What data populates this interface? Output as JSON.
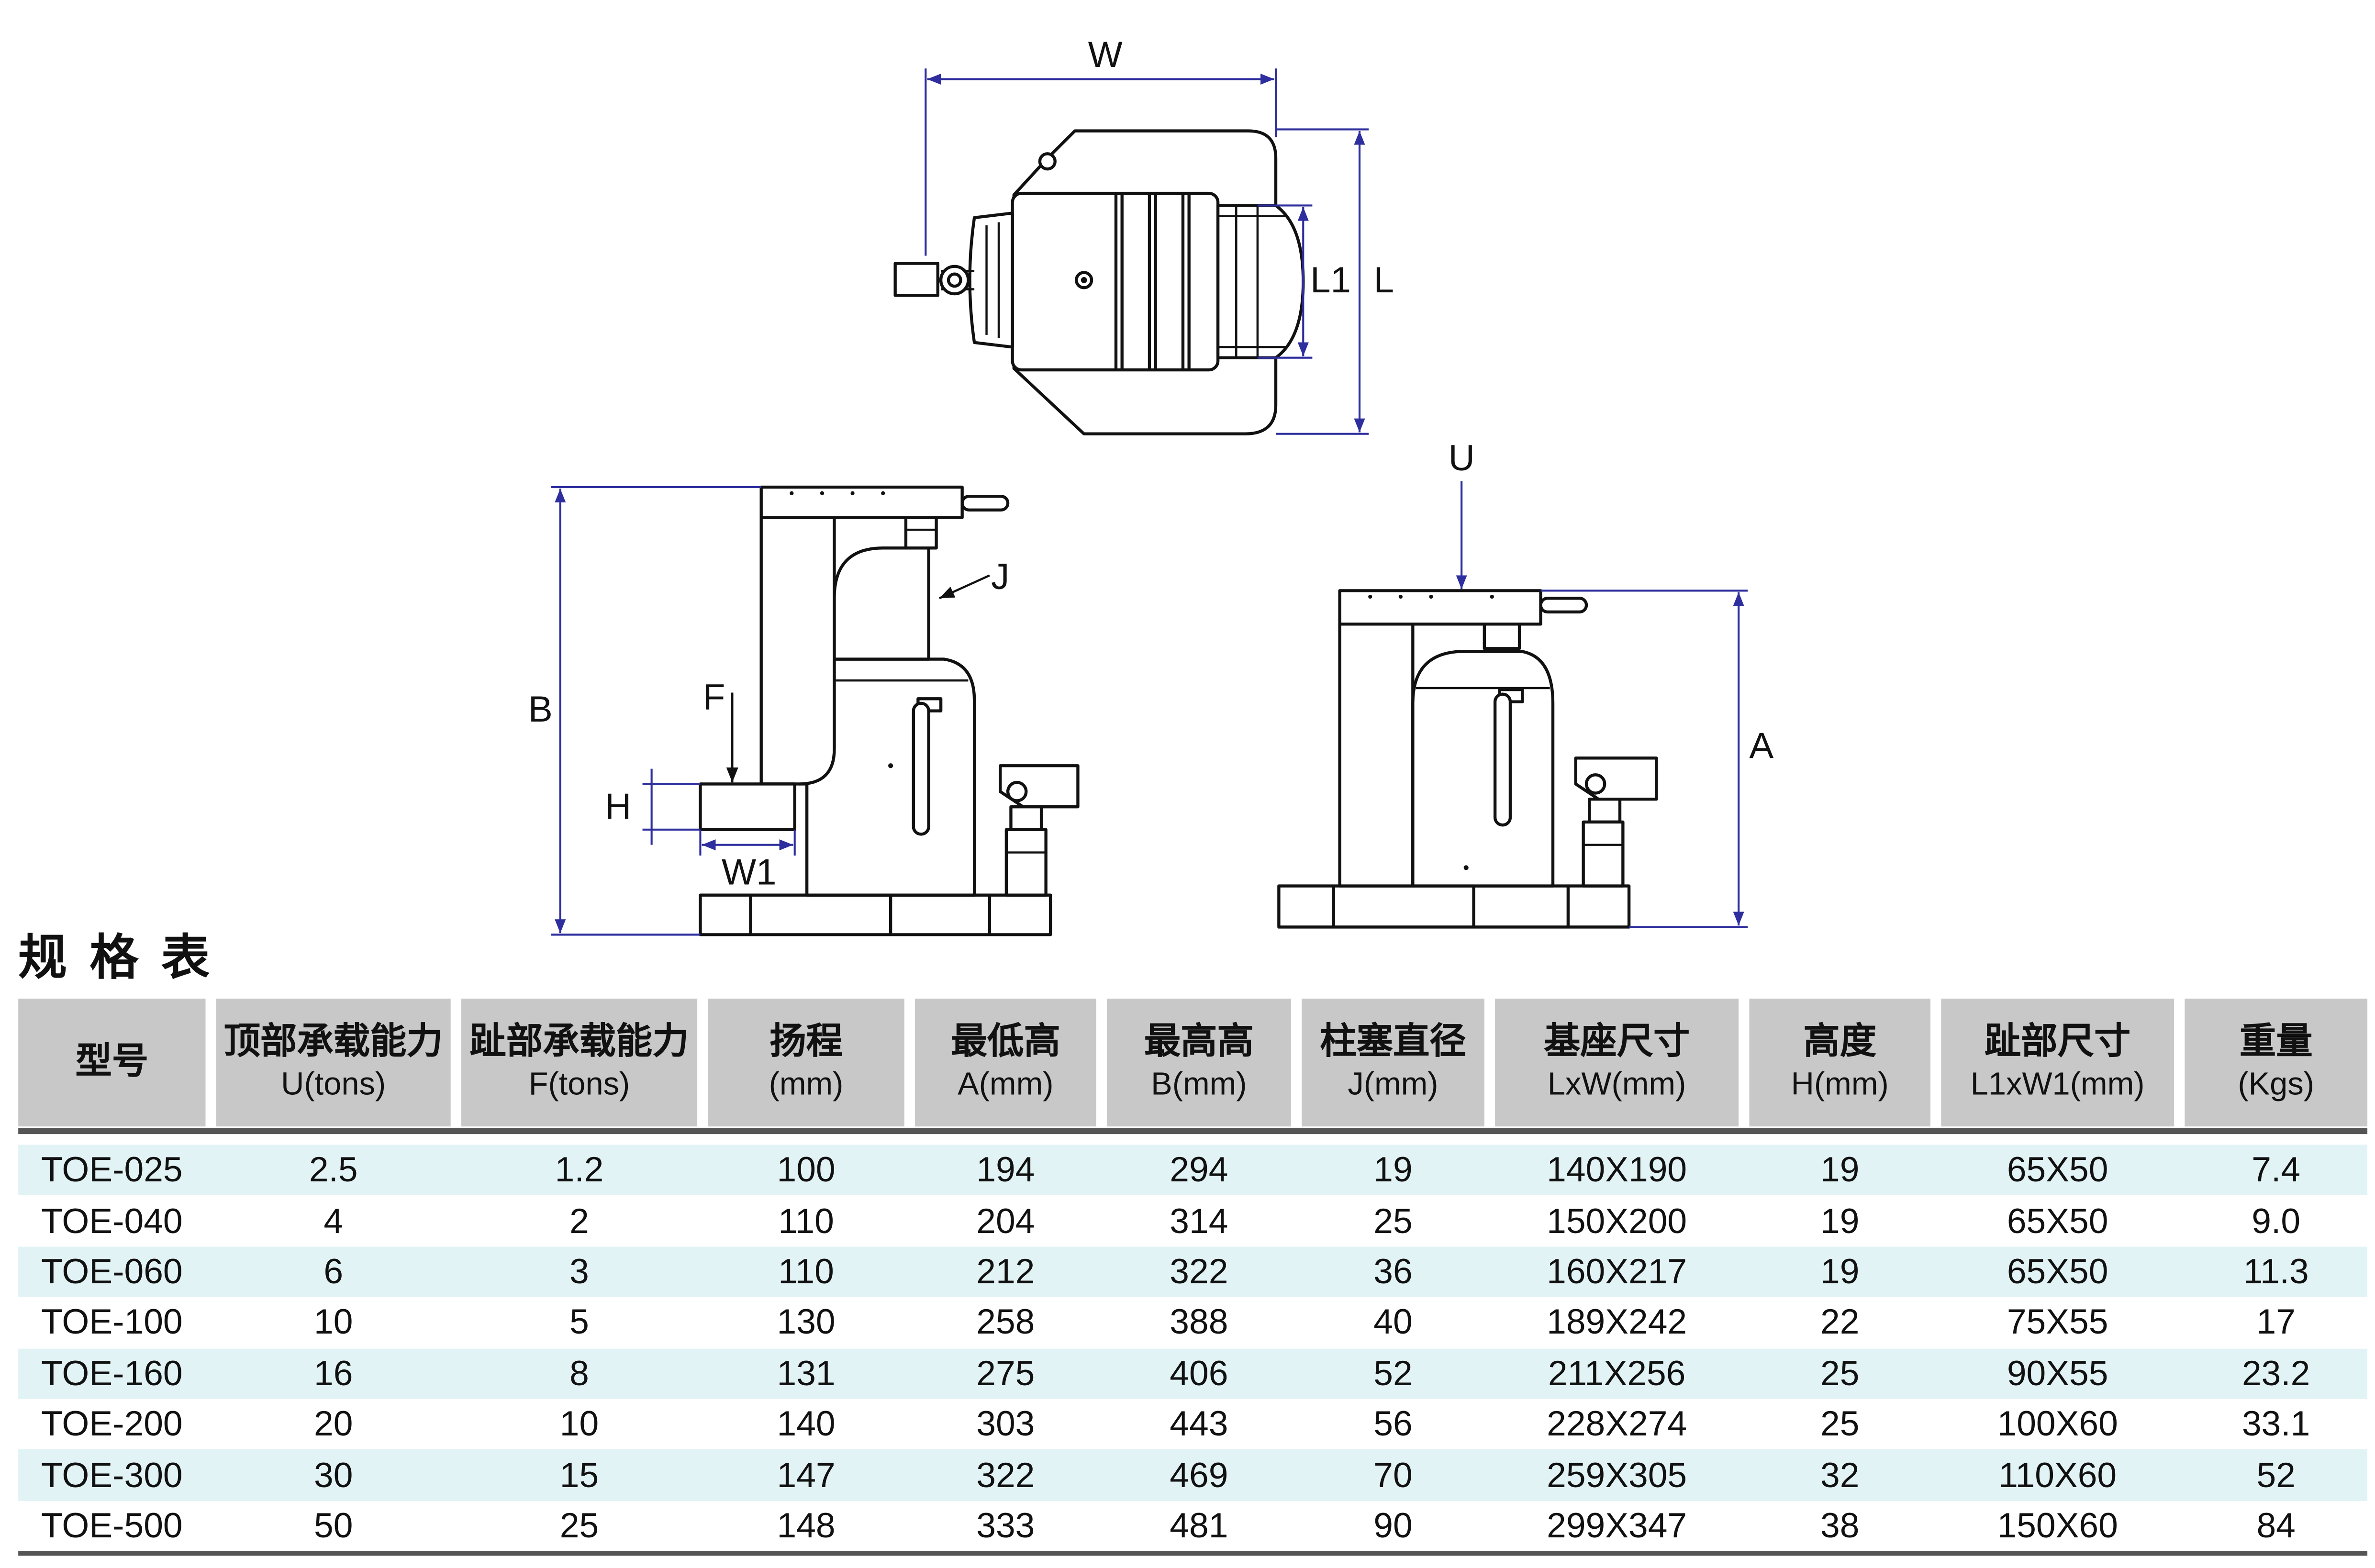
{
  "drawings": {
    "top_view": {
      "W": "W",
      "L1": "L1",
      "L": "L"
    },
    "front_view": {
      "B": "B",
      "F": "F",
      "H": "H",
      "W1": "W1",
      "J": "J"
    },
    "side_view": {
      "U": "U",
      "A": "A"
    }
  },
  "title": "规 格 表",
  "table": {
    "headers": [
      {
        "cn": "型号"
      },
      {
        "cn": "顶部承载能力",
        "unit": "U(tons)"
      },
      {
        "cn": "趾部承载能力",
        "unit": "F(tons)"
      },
      {
        "cn": "扬程",
        "unit": "(mm)"
      },
      {
        "cn": "最低高",
        "unit": "A(mm)"
      },
      {
        "cn": "最高高",
        "unit": "B(mm)"
      },
      {
        "cn": "柱塞直径",
        "unit": "J(mm)"
      },
      {
        "cn": "基座尺寸",
        "unit": "LxW(mm)"
      },
      {
        "cn": "高度",
        "unit": "H(mm)"
      },
      {
        "cn": "趾部尺寸",
        "unit": "L1xW1(mm)"
      },
      {
        "cn": "重量",
        "unit": "(Kgs)"
      }
    ],
    "rows": [
      [
        "TOE-025",
        "2.5",
        "1.2",
        "100",
        "194",
        "294",
        "19",
        "140X190",
        "19",
        "65X50",
        "7.4"
      ],
      [
        "TOE-040",
        "4",
        "2",
        "110",
        "204",
        "314",
        "25",
        "150X200",
        "19",
        "65X50",
        "9.0"
      ],
      [
        "TOE-060",
        "6",
        "3",
        "110",
        "212",
        "322",
        "36",
        "160X217",
        "19",
        "65X50",
        "11.3"
      ],
      [
        "TOE-100",
        "10",
        "5",
        "130",
        "258",
        "388",
        "40",
        "189X242",
        "22",
        "75X55",
        "17"
      ],
      [
        "TOE-160",
        "16",
        "8",
        "131",
        "275",
        "406",
        "52",
        "211X256",
        "25",
        "90X55",
        "23.2"
      ],
      [
        "TOE-200",
        "20",
        "10",
        "140",
        "303",
        "443",
        "56",
        "228X274",
        "25",
        "100X60",
        "33.1"
      ],
      [
        "TOE-300",
        "30",
        "15",
        "147",
        "322",
        "469",
        "70",
        "259X305",
        "32",
        "110X60",
        "52"
      ],
      [
        "TOE-500",
        "50",
        "25",
        "148",
        "333",
        "481",
        "90",
        "299X347",
        "38",
        "150X60",
        "84"
      ]
    ]
  },
  "colors": {
    "header_bg": "#c8c8c8",
    "row_stripe": "#e2f3f5",
    "dimension_line": "#2e2e9e",
    "rule": "#555555"
  }
}
